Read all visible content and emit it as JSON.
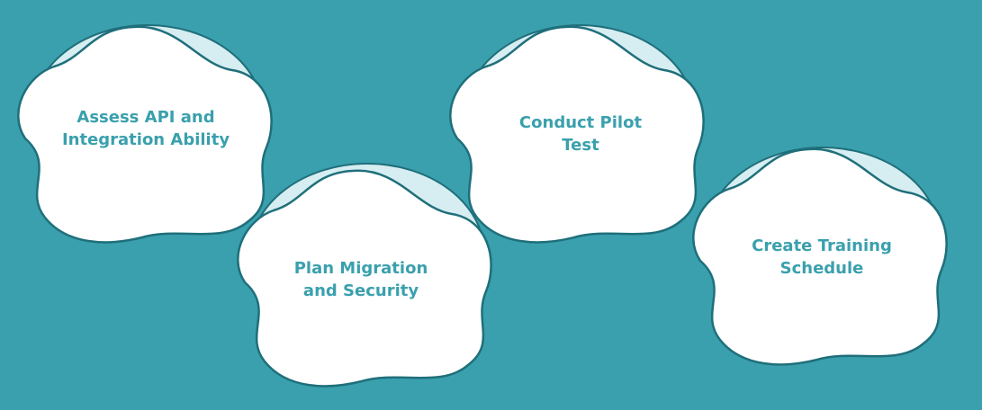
{
  "colors": {
    "background": "#3aa0ad",
    "blob_fill": "#ffffff",
    "blob_shadow": "#d6eef1",
    "outline": "#1f6f7b",
    "text": "#3aa0ad"
  },
  "steps": [
    {
      "id": "assess",
      "line1": "Assess API and",
      "line2": "Integration Ability"
    },
    {
      "id": "plan",
      "line1": "Plan Migration",
      "line2": "and Security"
    },
    {
      "id": "pilot",
      "line1": "Conduct Pilot",
      "line2": "Test"
    },
    {
      "id": "training",
      "line1": "Create Training",
      "line2": "Schedule"
    }
  ]
}
